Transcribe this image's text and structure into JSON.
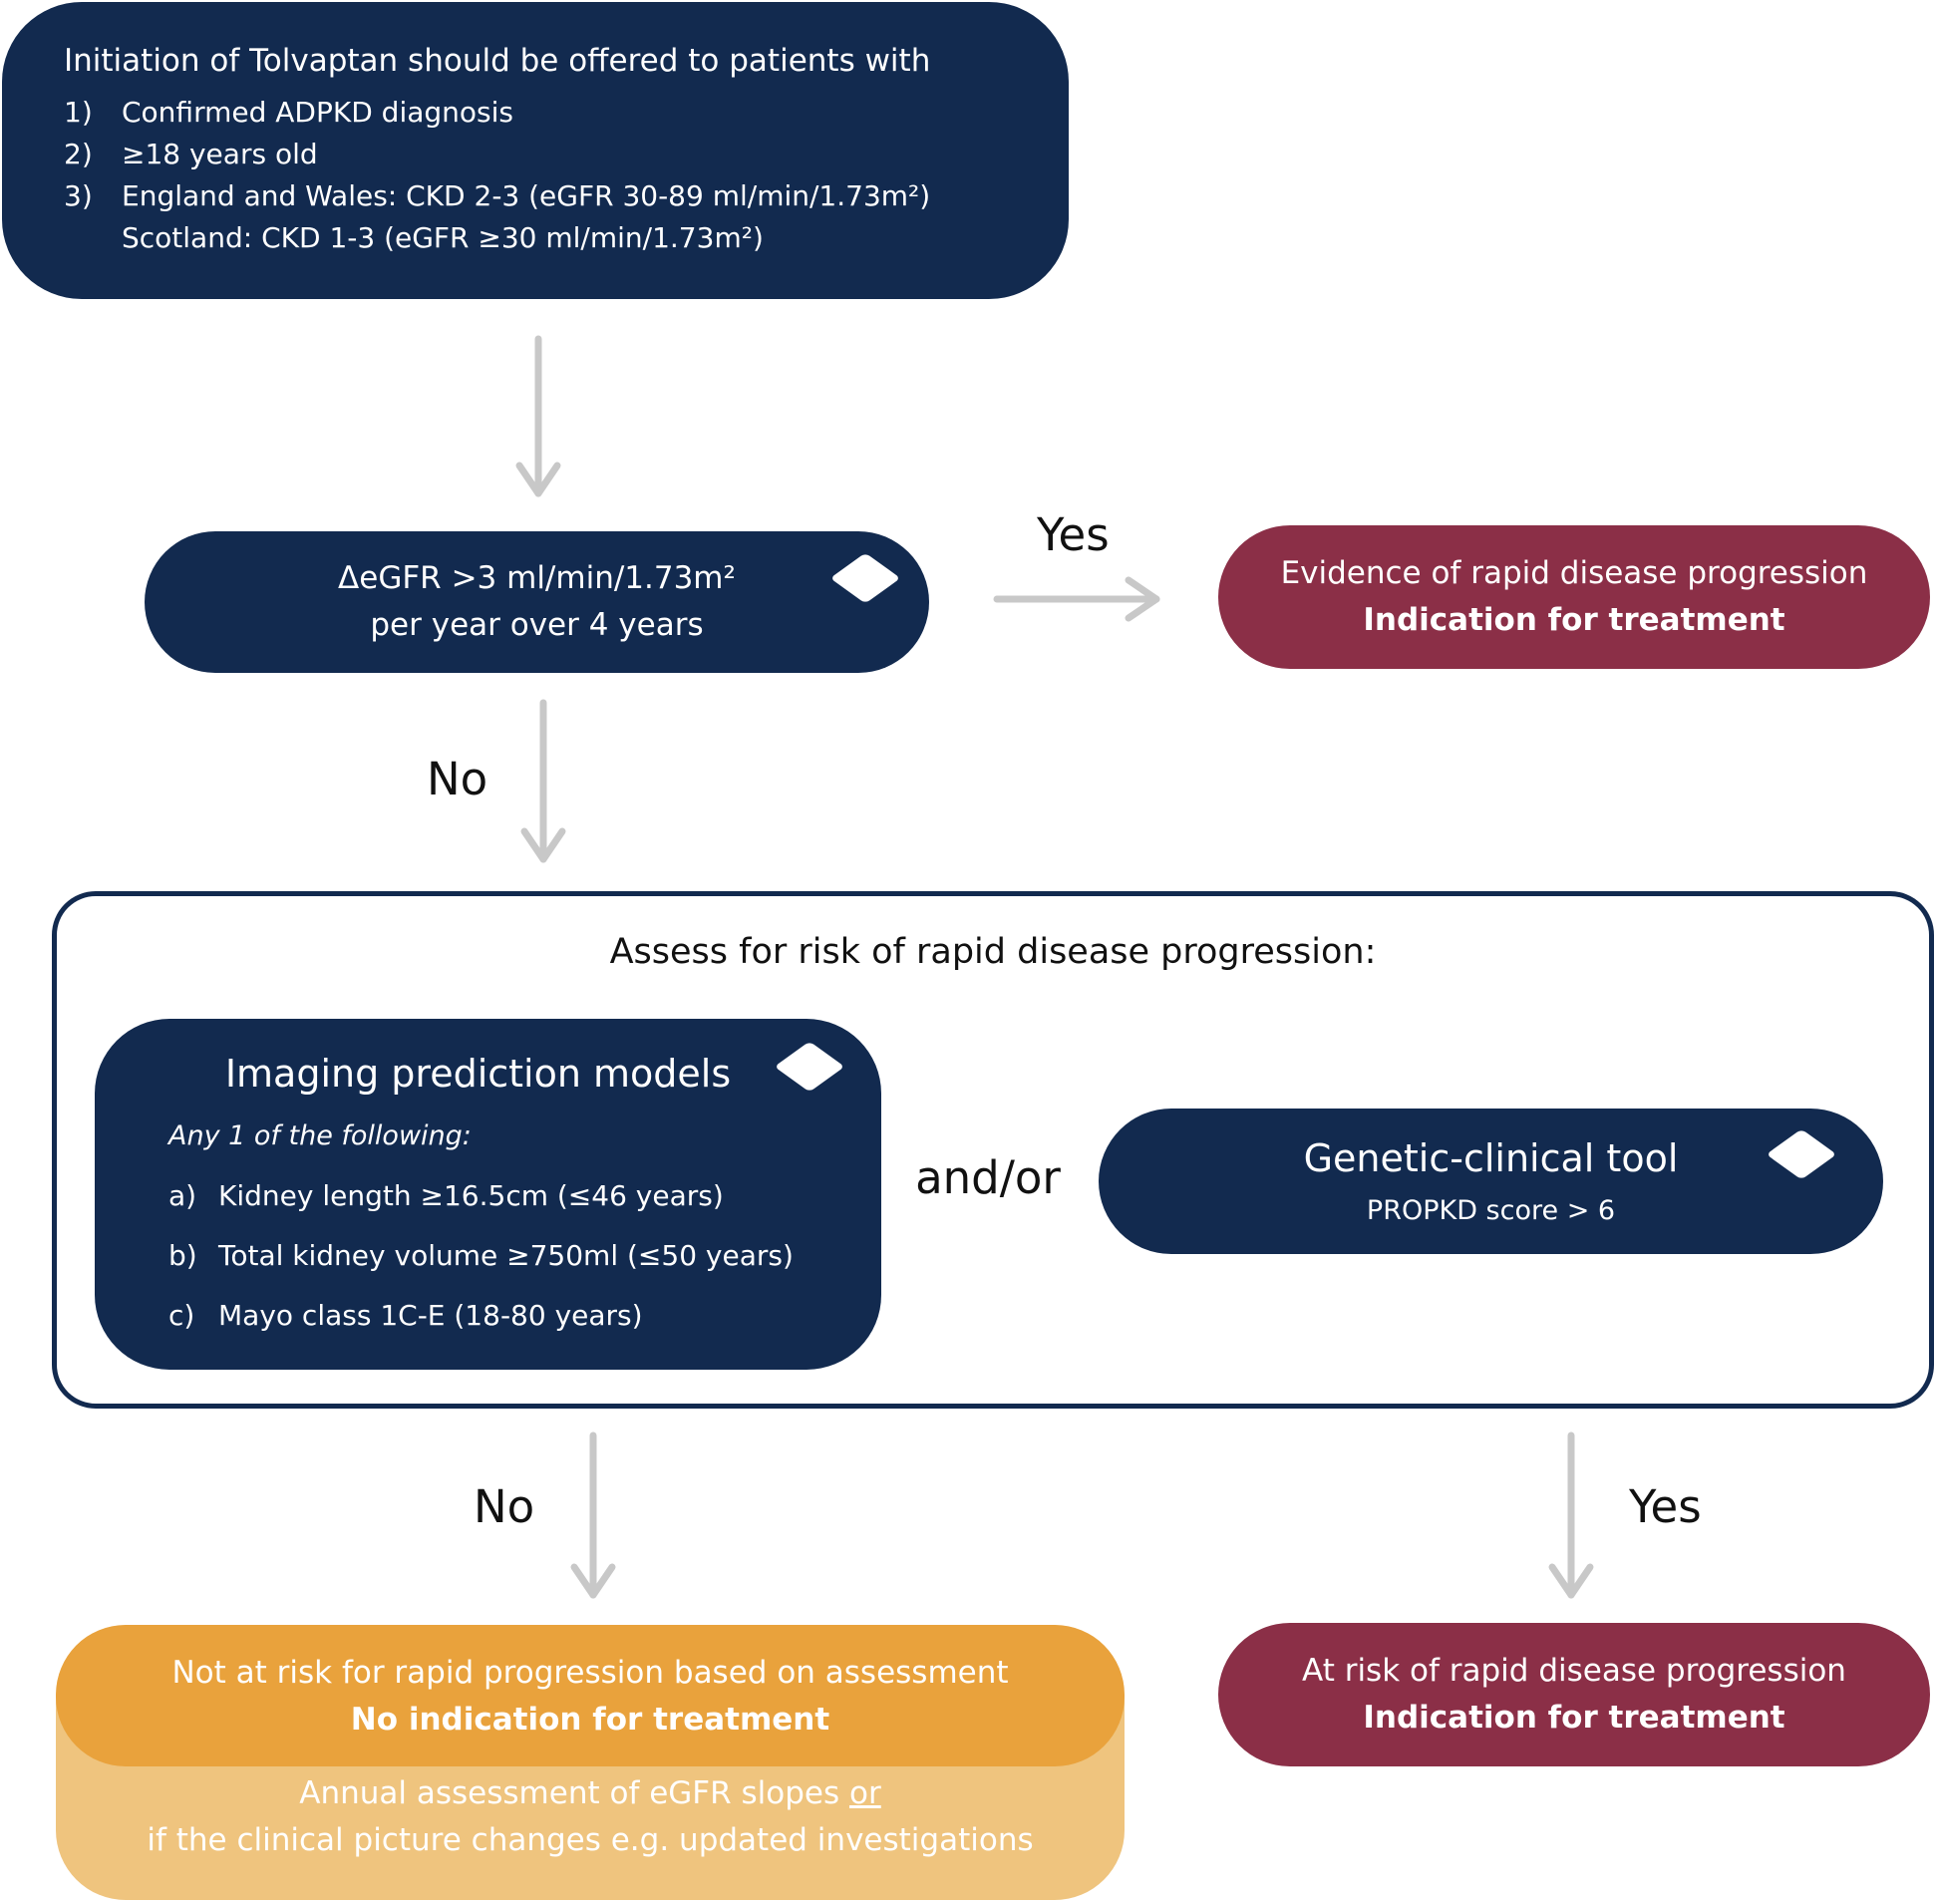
{
  "criteria": {
    "title": "Initiation of Tolvaptan should be offered to patients with",
    "items": [
      {
        "num": "1)",
        "text": "Confirmed ADPKD diagnosis"
      },
      {
        "num": "2)",
        "text": "≥18 years old"
      },
      {
        "num": "3)",
        "text": "England and Wales: CKD 2-3 (eGFR 30-89 ml/min/1.73m²)"
      }
    ],
    "item3_sub": "Scotland: CKD 1-3 (eGFR ≥30 ml/min/1.73m²)"
  },
  "egfr_box": {
    "line1": "ΔeGFR >3 ml/min/1.73m²",
    "line2": "per year over 4 years"
  },
  "labels": {
    "yes_top": "Yes",
    "no_mid": "No",
    "no_bottom": "No",
    "yes_bottom": "Yes",
    "andor": "and/or"
  },
  "rapid_yes_box": {
    "line1": "Evidence of rapid disease progression",
    "line2": "Indication for treatment"
  },
  "assess": {
    "title": "Assess for risk of rapid disease progression:"
  },
  "imaging": {
    "title": "Imaging prediction models",
    "intro": "Any 1 of the following:",
    "items": [
      {
        "num": "a)",
        "text": "Kidney length ≥16.5cm (≤46 years)"
      },
      {
        "num": "b)",
        "text": "Total kidney volume ≥750ml (≤50 years)"
      },
      {
        "num": "c)",
        "text": "Mayo class 1C-E (18-80 years)"
      }
    ]
  },
  "genetic": {
    "title": "Genetic-clinical tool",
    "sub": "PROPKD score > 6"
  },
  "not_at_risk": {
    "line1": "Not at risk for rapid progression based on assessment",
    "line2": "No indication for treatment",
    "followup_pre": "Annual assessment of eGFR slopes ",
    "followup_or": "or",
    "followup_line2": "if the clinical picture changes e.g. updated investigations"
  },
  "at_risk": {
    "line1": "At risk of rapid disease progression",
    "line2": "Indication for treatment"
  },
  "colors": {
    "navy": "#122a4f",
    "maroon": "#8b2f47",
    "orange": "#e9a23c",
    "orange_light": "#efc47e",
    "arrow_gray": "#c8c8c8"
  }
}
